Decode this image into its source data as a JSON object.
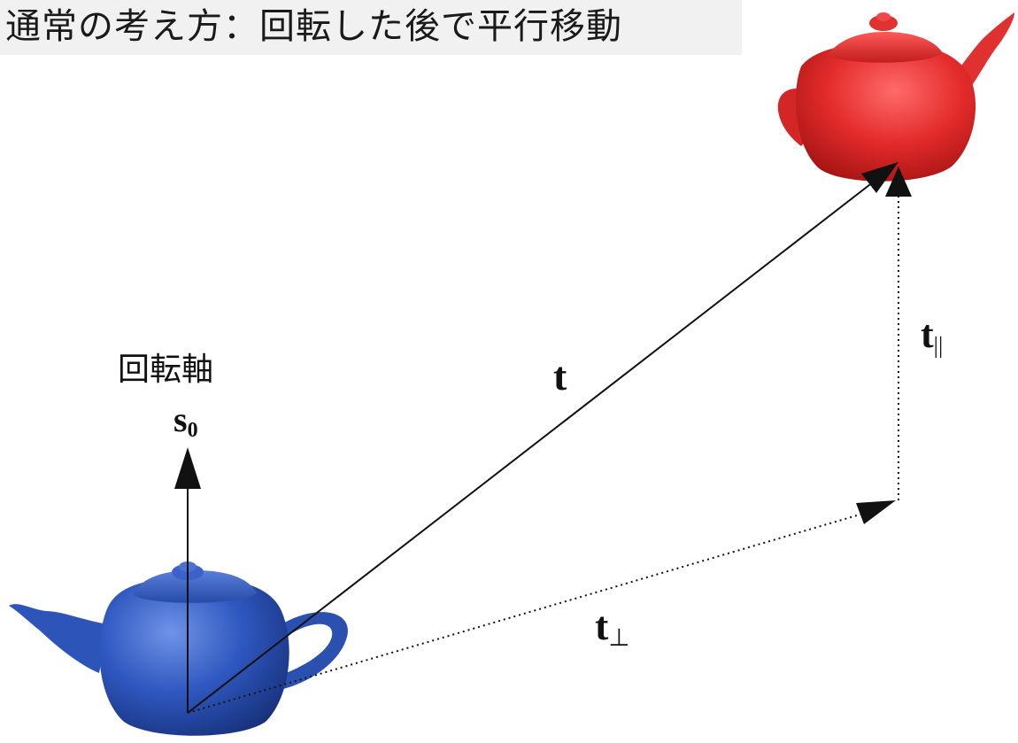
{
  "title": "通常の考え方：回転した後で平行移動",
  "axis_caption": "回転軸",
  "labels": {
    "s0": {
      "base": "s",
      "sub": "0"
    },
    "t": {
      "base": "t"
    },
    "t_parallel": {
      "base": "t",
      "sub": "||"
    },
    "t_perp": {
      "base": "t",
      "sub": "⊥"
    }
  },
  "colors": {
    "blue_teapot": "#2a50b4",
    "red_teapot": "#e42b2b",
    "line": "#111111"
  }
}
